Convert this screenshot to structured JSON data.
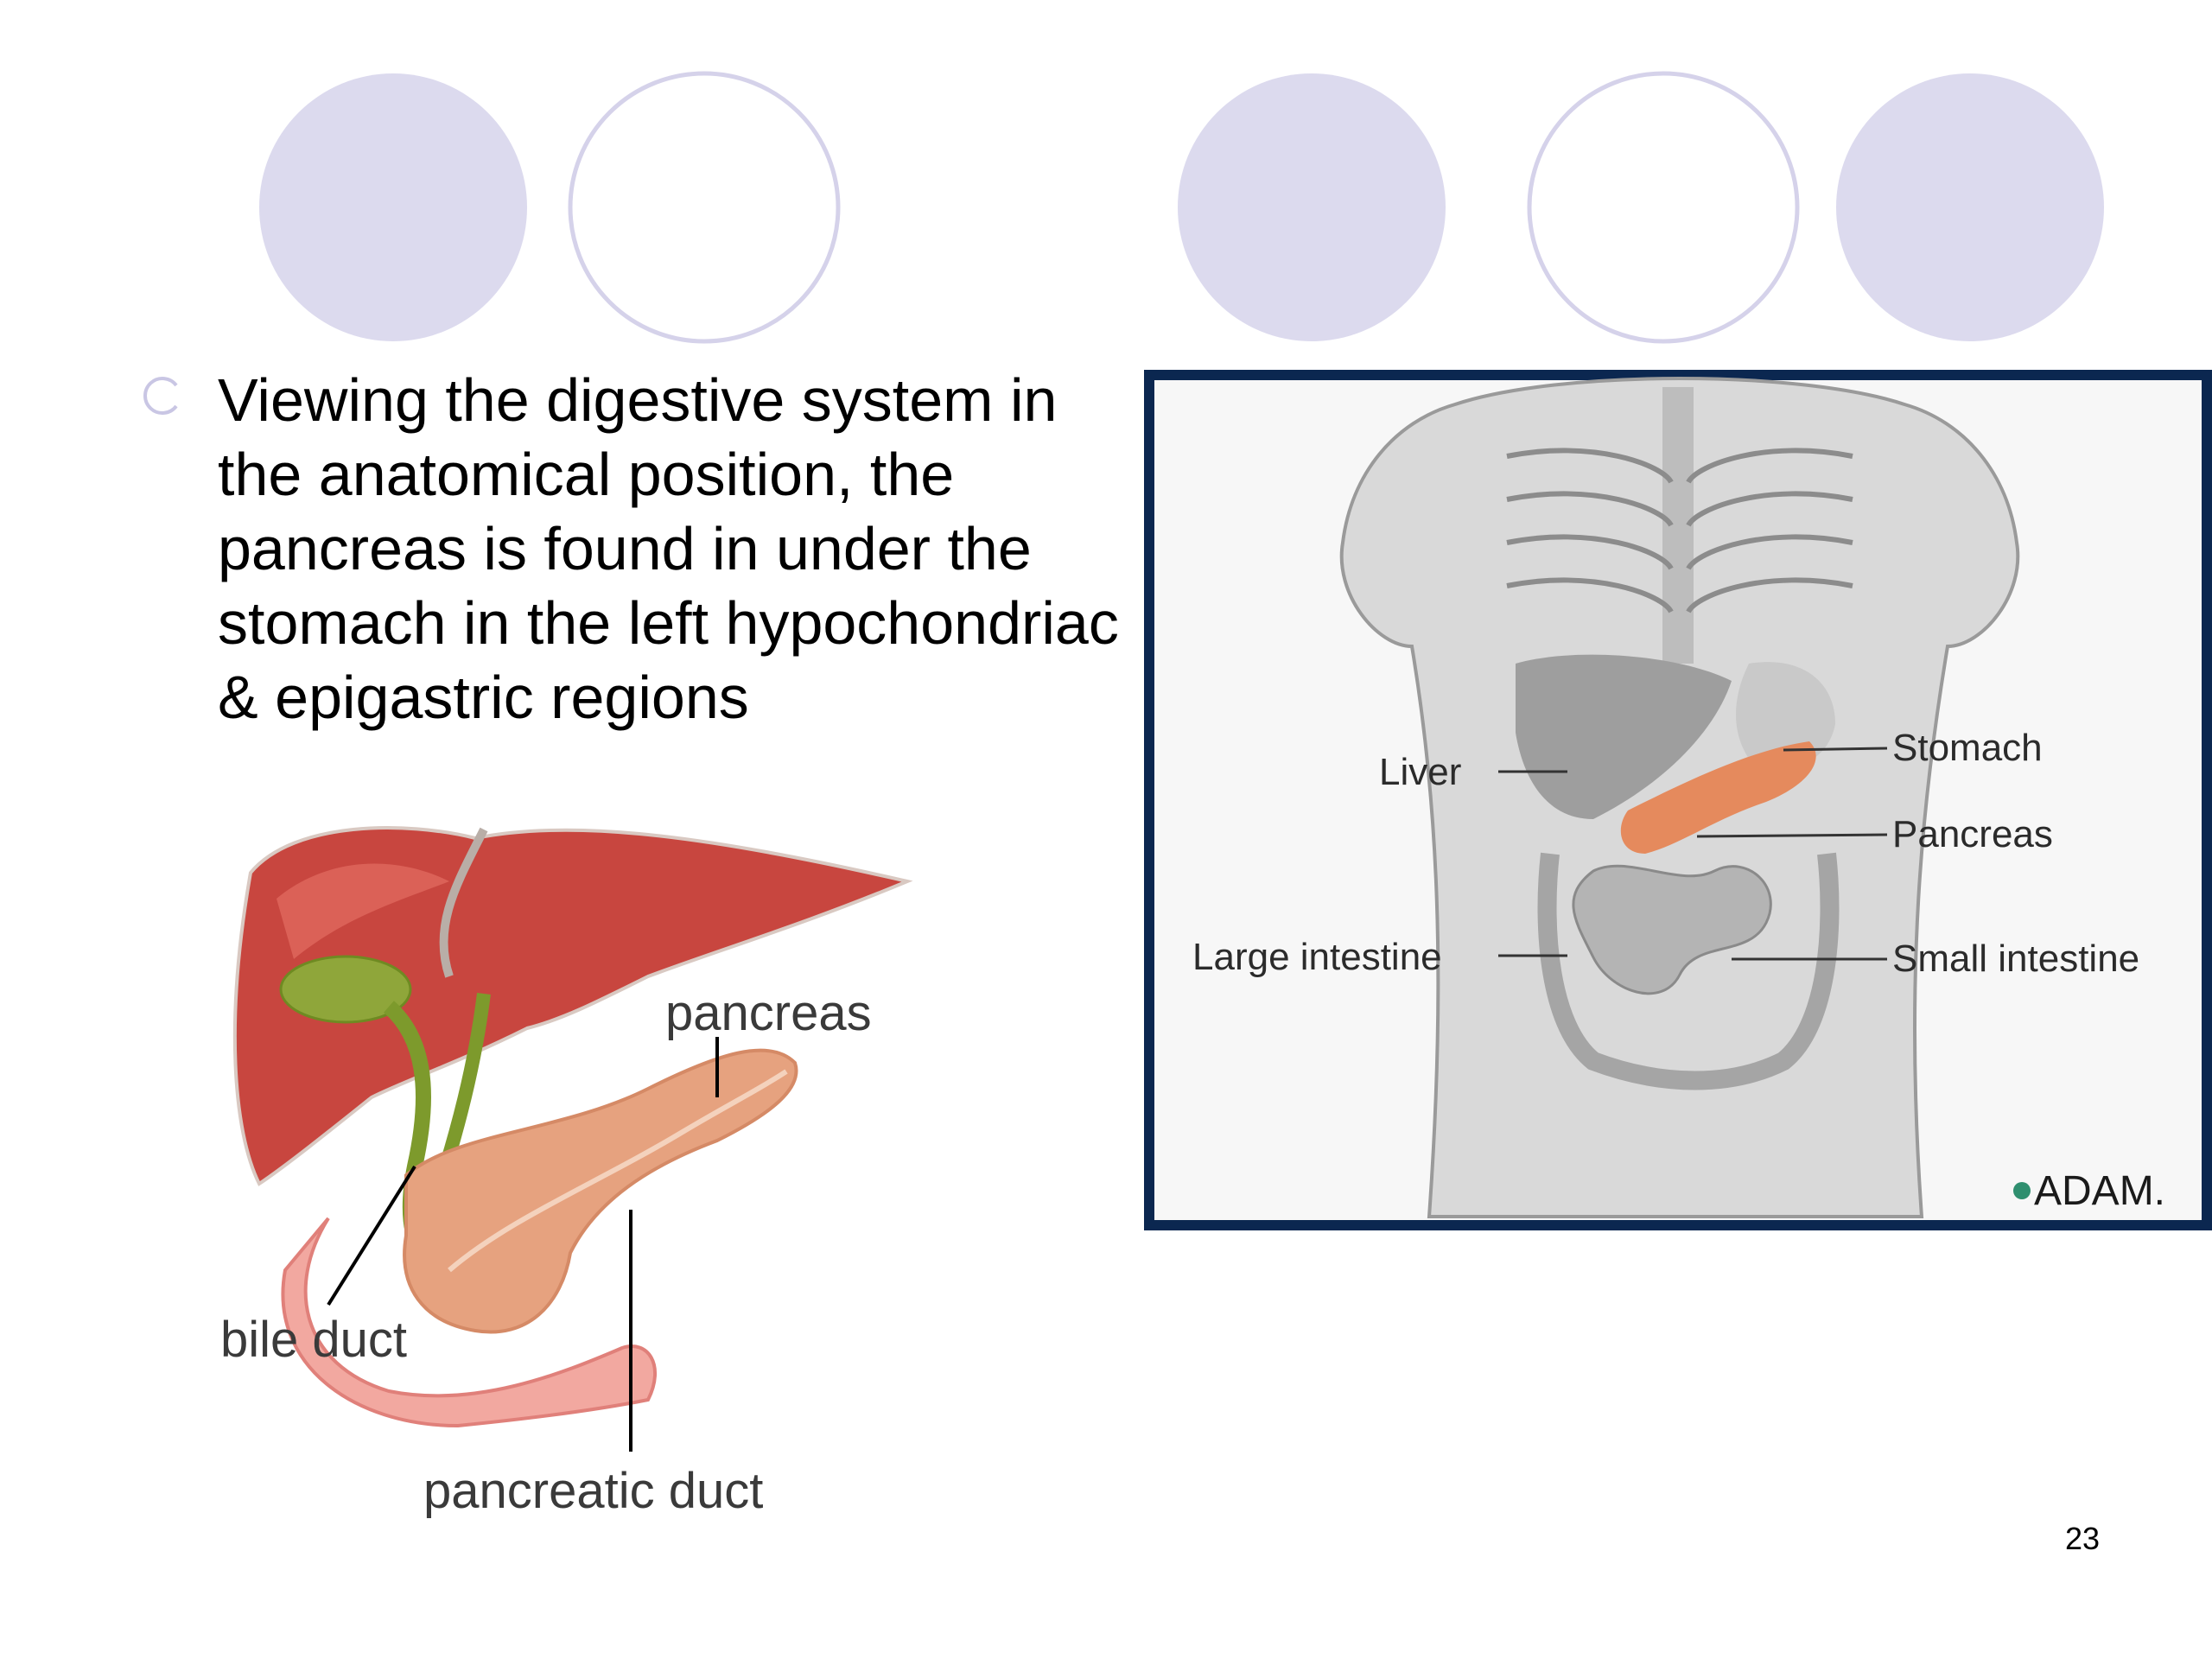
{
  "slide": {
    "bullet_text": "Viewing the digestive system in the anatomical position, the pancreas is found in under the stomach in the left hypochondriac & epigastric regions",
    "page_number": "23"
  },
  "figure_organs": {
    "labels": {
      "pancreas": "pancreas",
      "bile_duct": "bile duct",
      "pancreatic_duct": "pancreatic duct"
    }
  },
  "figure_torso": {
    "labels": {
      "liver": "Liver",
      "stomach": "Stomach",
      "pancreas": "Pancreas",
      "large_intestine": "Large intestine",
      "small_intestine": "Small intestine"
    },
    "credit": "ADAM."
  },
  "colors": {
    "circle_fill": "#dcdaee",
    "circle_stroke": "#d5d2ea",
    "frame": "#0b2750",
    "liver": "#c8463f",
    "pancreas": "#e6a27f",
    "gallbladder": "#8fa63a"
  }
}
